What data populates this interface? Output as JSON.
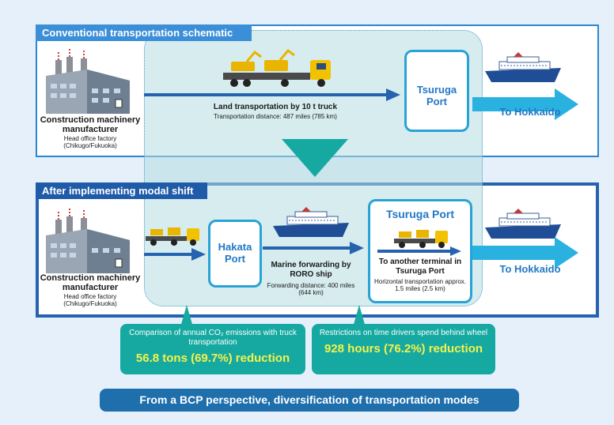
{
  "conventional": {
    "title": "Conventional transportation schematic",
    "origin_name": "Construction machinery manufacturer",
    "origin_sub": "Head office factory (Chikugo/Fukuoka)",
    "route_label": "Land transportation by 10 t truck",
    "route_distance": "Transportation distance: 487 miles (785 km)",
    "port": "Tsuruga Port",
    "destination": "To Hokkaido"
  },
  "modal_shift": {
    "title": "After implementing modal shift",
    "origin_name": "Construction machinery manufacturer",
    "origin_sub": "Head office factory (Chikugo/Fukuoka)",
    "first_port": "Hakata Port",
    "sea_label": "Marine forwarding by RORO ship",
    "sea_distance": "Forwarding distance: 400 miles (644 km)",
    "second_port": "Tsuruga Port",
    "transfer_label": "To another terminal in Tsuruga Port",
    "transfer_distance": "Horizontal transportation approx. 1.5 miles (2.5 km)",
    "destination": "To Hokkaido"
  },
  "results": {
    "co2_label": "Comparison of annual CO₂ emissions with truck transportation",
    "co2_value": "56.8 tons (69.7%) reduction",
    "hours_label": "Restrictions on time drivers spend behind wheel",
    "hours_value": "928 hours (76.2%) reduction"
  },
  "bcp_banner": "From a BCP perspective, diversification of transportation modes",
  "icons": [
    "factory-icon",
    "truck-icon",
    "ship-icon",
    "arrow-icon"
  ],
  "colors": {
    "primary": "#2563ae",
    "accent": "#29a3d6",
    "teal": "#16a9a2",
    "highlight": "#f4f24a"
  }
}
